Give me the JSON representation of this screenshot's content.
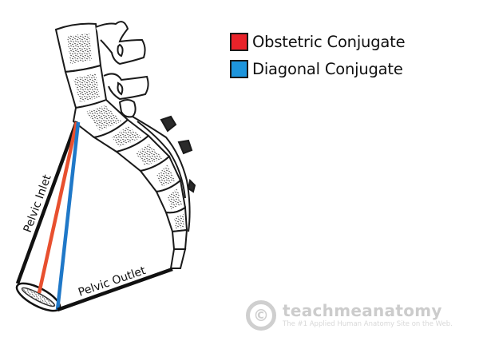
{
  "legend": {
    "items": [
      {
        "label": "Obstetric Conjugate",
        "color": "#e8232a"
      },
      {
        "label": "Diagonal Conjugate",
        "color": "#1e95dc"
      }
    ]
  },
  "labels": {
    "pelvic_inlet": "Pelvic Inlet",
    "pelvic_outlet": "Pelvic Outlet"
  },
  "lines": {
    "pelvic_inlet_color": "#111111",
    "pelvic_outlet_color": "#111111",
    "obstetric_conjugate_color": "#e8502f",
    "diagonal_conjugate_color": "#1f78c8"
  },
  "watermark": {
    "symbol": "©",
    "title": "teachmeanatomy",
    "tagline": "The #1 Applied Human Anatomy Site on the Web."
  }
}
